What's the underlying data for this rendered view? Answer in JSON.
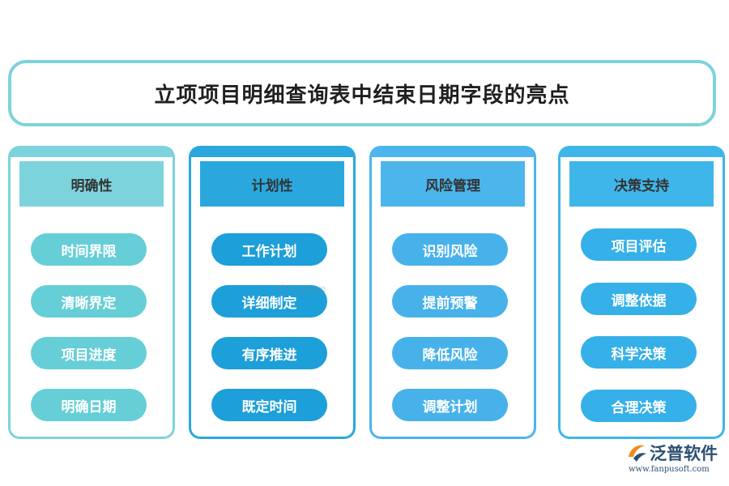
{
  "title": "立项项目明细查询表中结束日期字段的亮点",
  "columns": [
    {
      "header": "明确性",
      "items": [
        "时间界限",
        "清晰界定",
        "项目进度",
        "明确日期"
      ]
    },
    {
      "header": "计划性",
      "items": [
        "工作计划",
        "详细制定",
        "有序推进",
        "既定时间"
      ]
    },
    {
      "header": "风险管理",
      "items": [
        "识别风险",
        "提前预警",
        "降低风险",
        "调整计划"
      ]
    },
    {
      "header": "决策支持",
      "items": [
        "项目评估",
        "调整依据",
        "科学决策",
        "合理决策"
      ]
    }
  ],
  "watermark": {
    "text": "泛普软件"
  },
  "logo": {
    "name": "泛普软件",
    "url": "www.fanpusoft.com"
  },
  "colors": {
    "column_1": "#7dd3dc",
    "column_2": "#2aa8de",
    "column_3": "#4bb5ec",
    "column_4": "#3fb6ea",
    "logo_orange": "#f28a1e",
    "logo_blue": "#2d4f73"
  }
}
